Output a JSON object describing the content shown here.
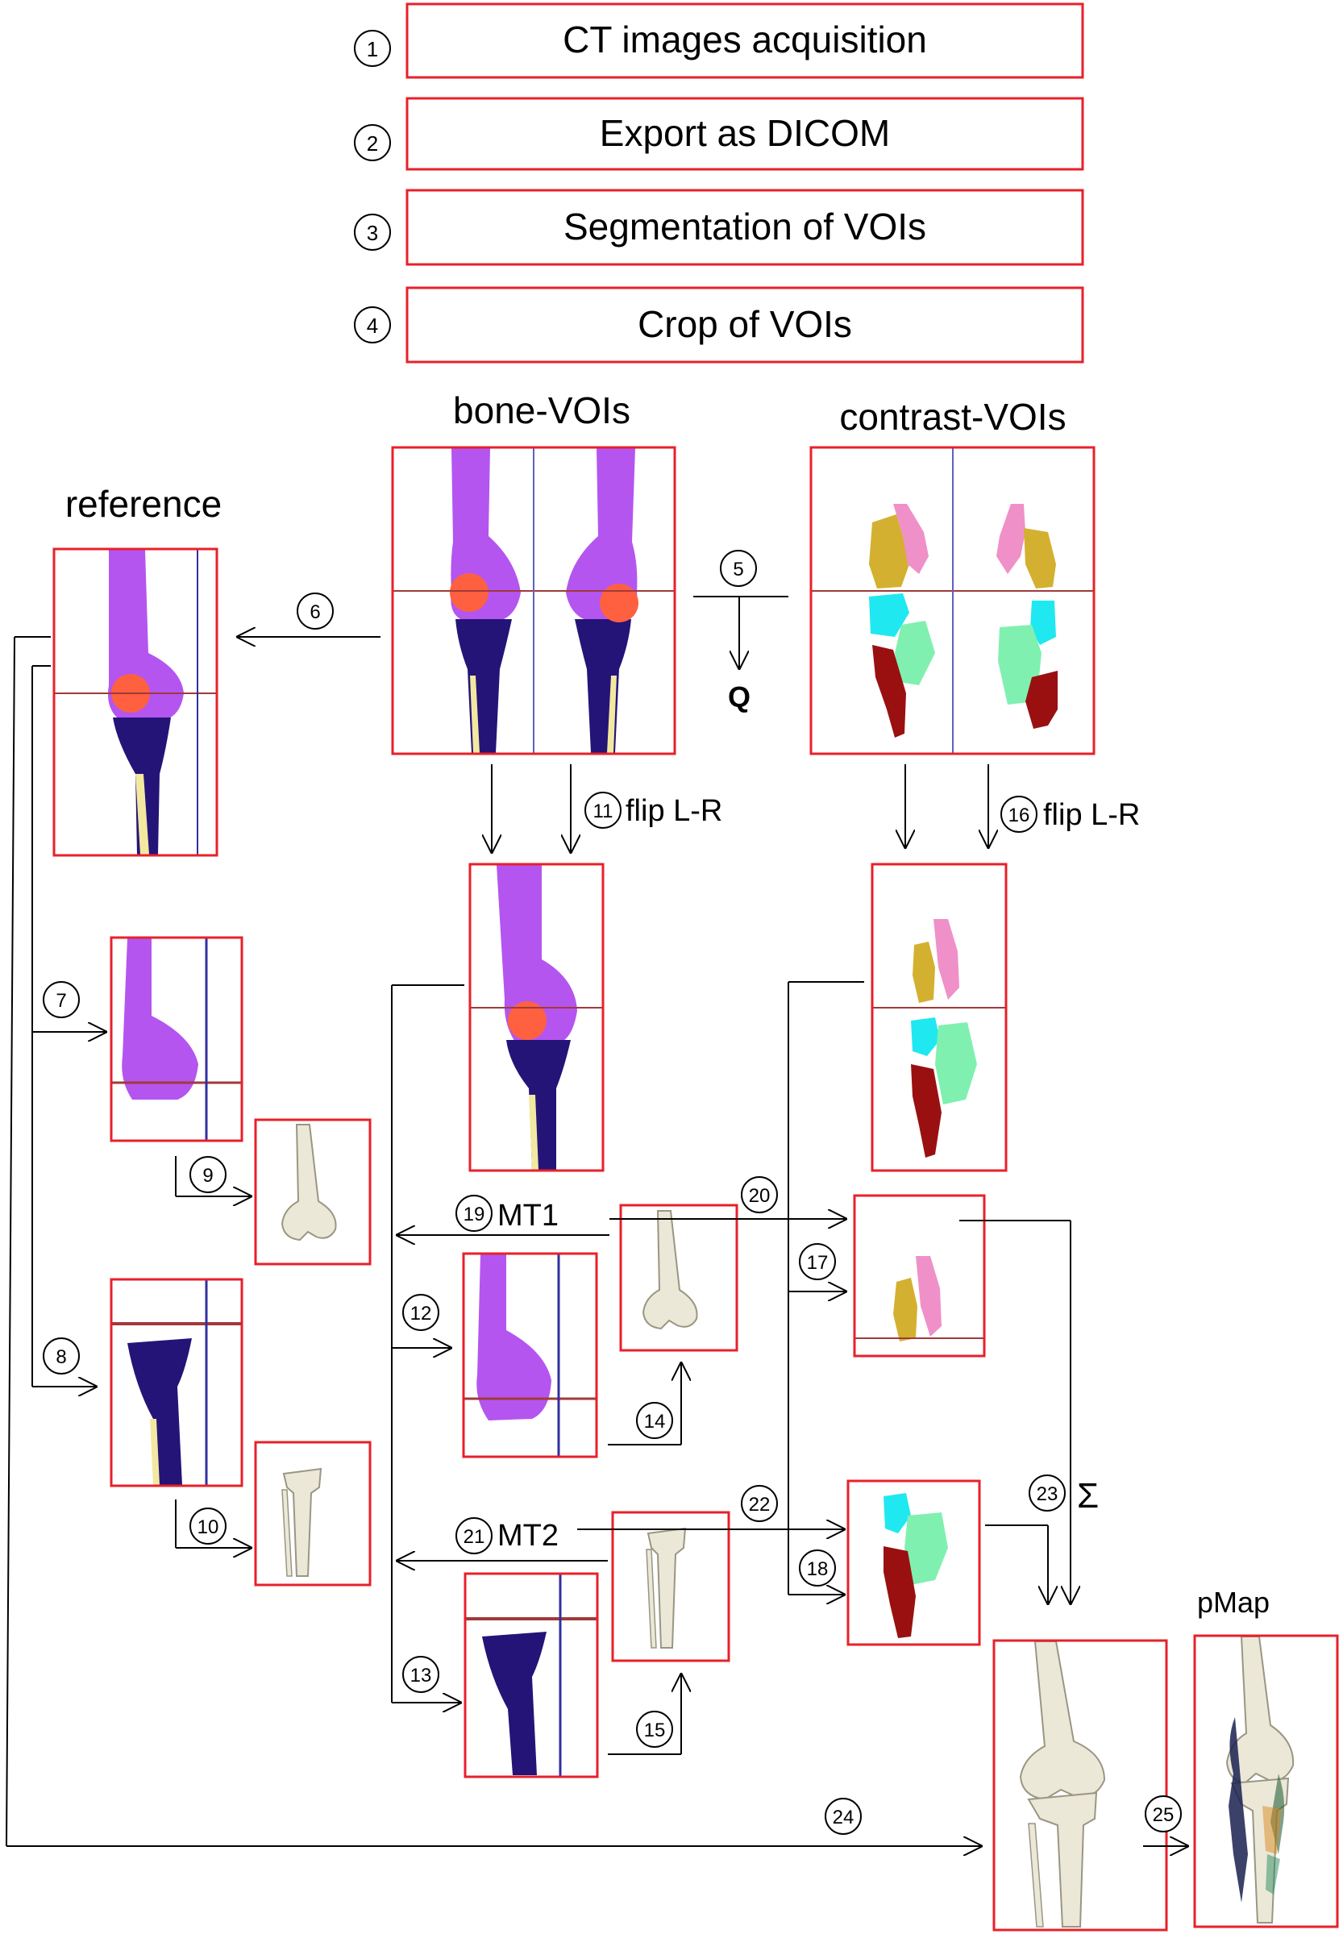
{
  "steps": [
    {
      "num": "1",
      "label": "CT images acquisition"
    },
    {
      "num": "2",
      "label": "Export as DICOM"
    },
    {
      "num": "3",
      "label": "Segmentation of VOIs"
    },
    {
      "num": "4",
      "label": "Crop of VOIs"
    }
  ],
  "labels": {
    "bone_vois": "bone-VOIs",
    "contrast_vois": "contrast-VOIs",
    "reference": "reference",
    "q": "Q",
    "flip_bone": "flip L-R",
    "flip_contrast": "flip L-R",
    "mt1": "MT1",
    "mt2": "MT2",
    "sigma": "Σ",
    "pmap": "pMap"
  },
  "step_numbers": {
    "n5": "5",
    "n6": "6",
    "n7": "7",
    "n8": "8",
    "n9": "9",
    "n10": "10",
    "n11": "11",
    "n12": "12",
    "n13": "13",
    "n14": "14",
    "n15": "15",
    "n16": "16",
    "n17": "17",
    "n18": "18",
    "n19": "19",
    "n20": "20",
    "n21": "21",
    "n22": "22",
    "n23": "23",
    "n24": "24",
    "n25": "25"
  },
  "colors": {
    "frame": "#e8202a",
    "femur": "#b455f0",
    "tibia": "#241478",
    "fibula_edge": "#f2e8a0",
    "patella": "#ff6040",
    "crosshair_h": "#a03a3a",
    "crosshair_v": "#3030a0",
    "bone_3d": "#ece8d8",
    "contrast_yellow": "#d4b030",
    "contrast_pink": "#f090c8",
    "contrast_cyan": "#20e8f0",
    "contrast_green": "#80f0b0",
    "contrast_darkred": "#9a1010"
  }
}
